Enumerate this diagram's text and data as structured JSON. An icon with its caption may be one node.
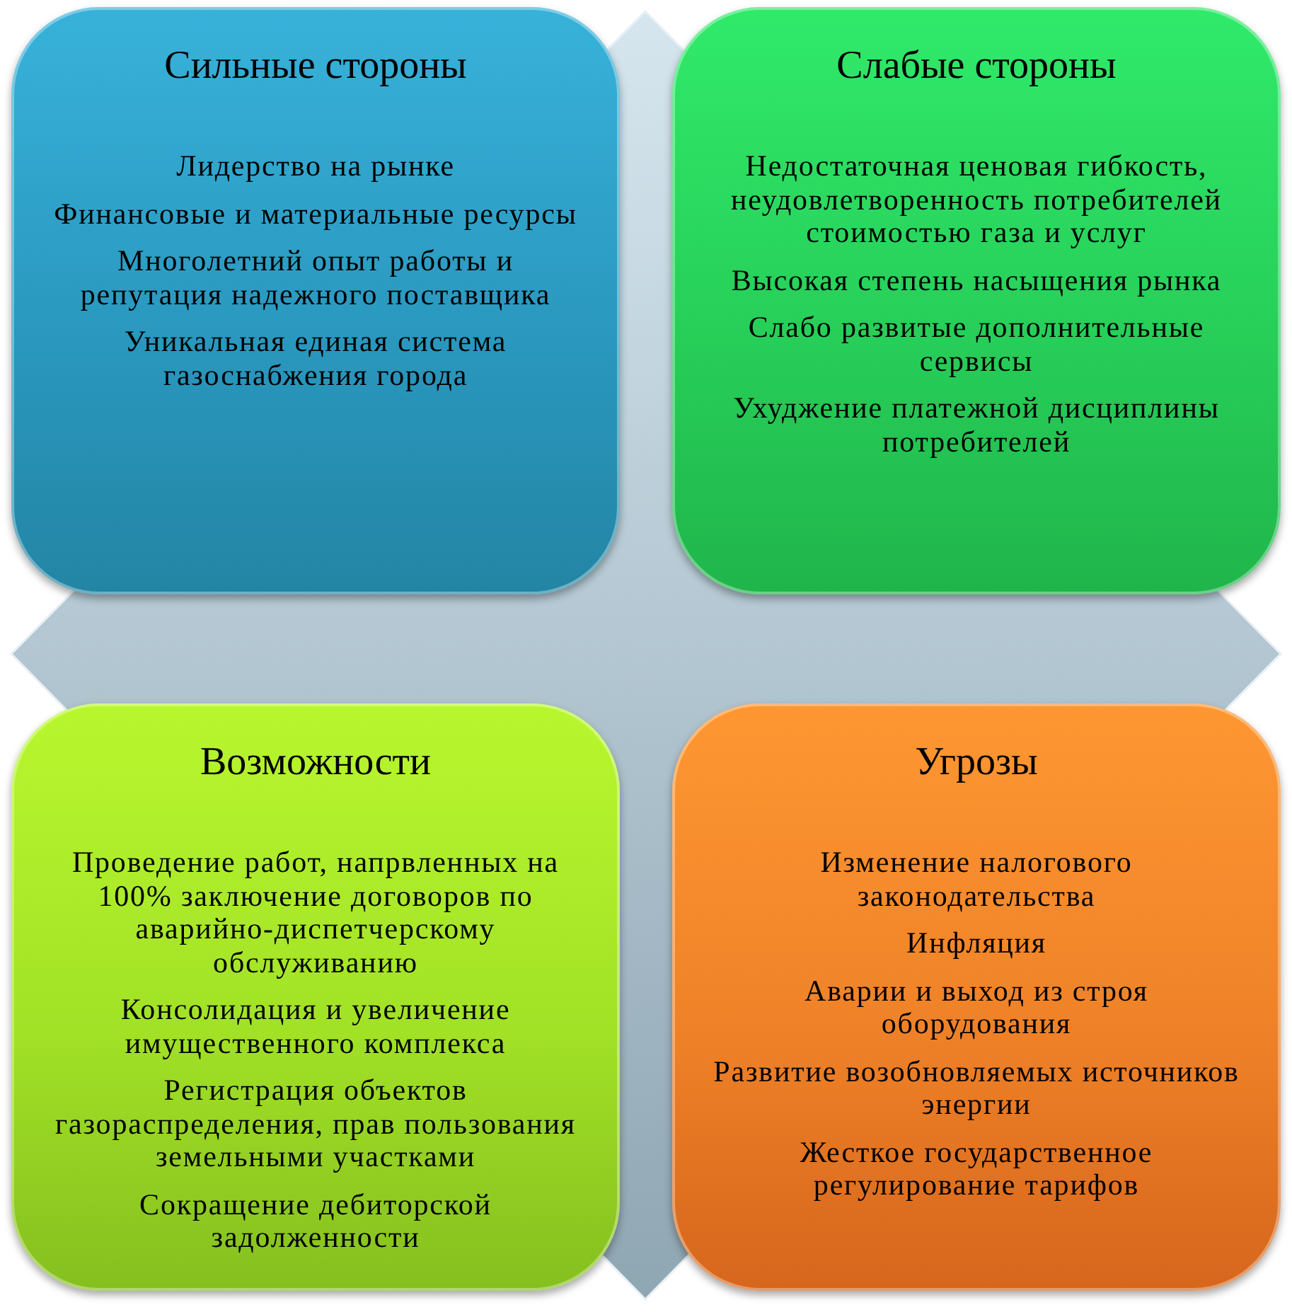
{
  "diagram": {
    "nodes": [
      {
        "text": [
          "Сильные стороны",
          "Лидерство на рынке",
          "Финансовые и материальные ресурсы",
          "Многолетний опыт работы и репутация надежного поставщика",
          "Уникальная единая система газоснабжения города"
        ]
      },
      {
        "text": [
          "Слабые стороны",
          "Недостаточная ценовая гибкость, неудовлетворенность потребителей стоимостью газа и услуг",
          "Высокая степень насыщения рынка",
          "Слабо развитые дополнительные сервисы",
          "Ухуджение платежной дисциплины потребителей"
        ]
      },
      {
        "text": [
          "Возможности",
          "Проведение работ, напрвленных на 100% заключение договоров по аварийно-диспетчерскому обслуживанию",
          "Консолидация и увеличение имущественного комплекса",
          "Регистрация объектов газораспределения, прав пользования земельными участками",
          "Сокращение дебиторской задолженности"
        ]
      },
      {
        "text": [
          "Угрозы",
          "Изменение налогового законодательства",
          "Инфляция",
          "Аварии и выход из строя оборудования",
          "Развитие возобновляемых источников энергии",
          "Жесткое государственное регулирование тарифов"
        ]
      }
    ]
  }
}
